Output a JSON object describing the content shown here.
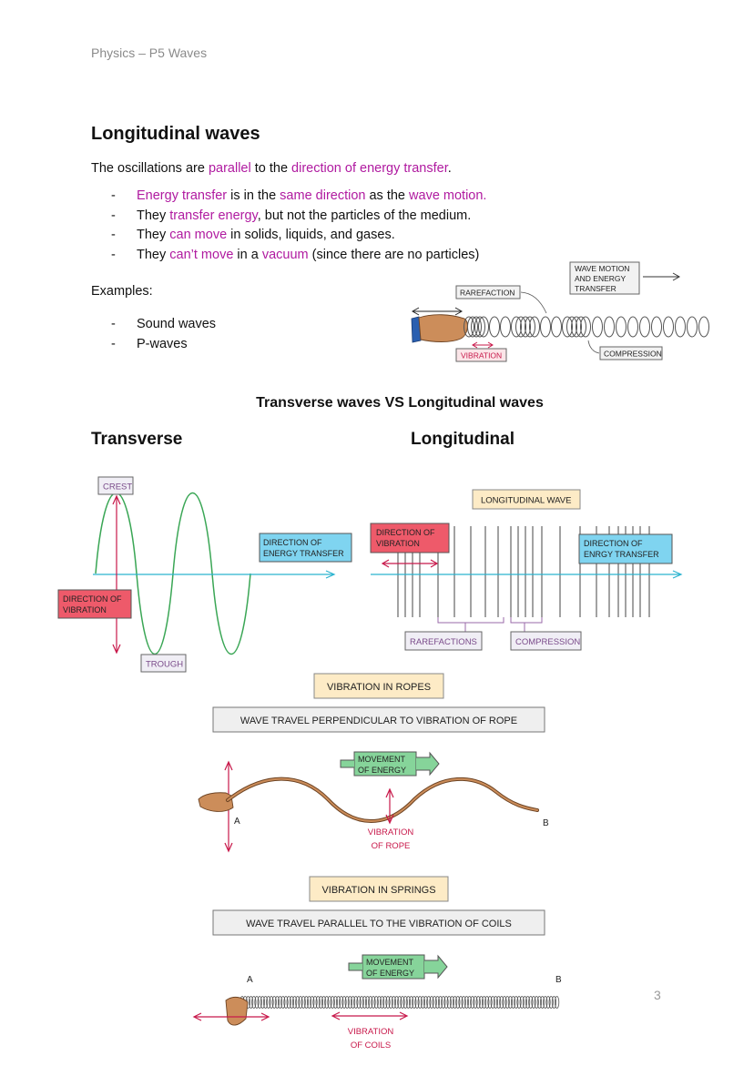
{
  "header": {
    "text": "Physics – P5 Waves"
  },
  "section": {
    "title": "Longitudinal waves",
    "intro": {
      "p1": "The oscillations are ",
      "h1": "parallel",
      "p2": " to the ",
      "h2": "direction of energy transfer",
      "p3": "."
    },
    "bullets": [
      {
        "h1": "Energy transfer",
        "p1": " is in the ",
        "h2": "same direction",
        "p2": " as the ",
        "h3": "wave motion.",
        "p3": ""
      },
      {
        "p0": "They ",
        "h1": "transfer energy",
        "p1": ", but not the particles of the medium."
      },
      {
        "p0": "They ",
        "h1": "can move",
        "p1": " in solids, liquids, and gases."
      },
      {
        "p0": "They ",
        "h1": "can’t move",
        "p1": " in a ",
        "h2": "vacuum",
        "p2": " (since there are no particles)"
      }
    ],
    "examples_label": "Examples:",
    "examples": [
      "Sound waves",
      "P-waves"
    ],
    "bullet_dash": "-"
  },
  "spring_diagram": {
    "rarefaction": "RAREFACTION",
    "wave_motion": [
      "WAVE MOTION",
      "AND ENERGY",
      "TRANSFER"
    ],
    "vibration": "VIBRATION",
    "compression": "COMPRESSION"
  },
  "comparison": {
    "title": "Transverse waves VS Longitudinal waves",
    "left_heading": "Transverse",
    "right_heading": "Longitudinal"
  },
  "transverse_diagram": {
    "crest": "CREST",
    "trough": "TROUGH",
    "direction_vibration": [
      "DIRECTION  OF",
      "VIBRATION"
    ],
    "direction_energy": [
      "DIRECTION  OF",
      "ENERGY  TRANSFER"
    ]
  },
  "longitudinal_diagram": {
    "title": "LONGITUDINAL  WAVE",
    "direction_vibration": [
      "DIRECTION  OF",
      "VIBRATION"
    ],
    "direction_energy": [
      "DIRECTION  OF",
      "ENRGY  TRANSFER"
    ],
    "rarefactions": "RAREFACTIONS",
    "compression": "COMPRESSION"
  },
  "rope_diagram": {
    "title": "VIBRATION  IN  ROPES",
    "caption": "WAVE  TRAVEL  PERPENDICULAR  TO  VIBRATION  OF  ROPE",
    "movement": [
      "MOVEMENT",
      "OF  ENERGY"
    ],
    "vibration": [
      "VIBRATION",
      "OF  ROPE"
    ],
    "point_a": "A",
    "point_b": "B"
  },
  "springs_diagram": {
    "title": "VIBRATION  IN  SPRINGS",
    "caption": "WAVE  TRAVEL  PARALLEL  TO  THE  VIBRATION  OF  COILS",
    "movement": [
      "MOVEMENT",
      "OF  ENERGY"
    ],
    "vibration": [
      "VIBRATION",
      "OF  COILS"
    ],
    "point_a": "A",
    "point_b": "B"
  },
  "page_number": "3",
  "colors": {
    "highlight": "#b01aa0",
    "red_box": "#ee5a6a",
    "blue_box": "#7fd4f0",
    "yellow_box": "#fdebc6",
    "green_box": "#86d49a",
    "wave_green": "#3aa655",
    "axis_cyan": "#2ab3cf",
    "arrow_red": "#c8184a"
  }
}
